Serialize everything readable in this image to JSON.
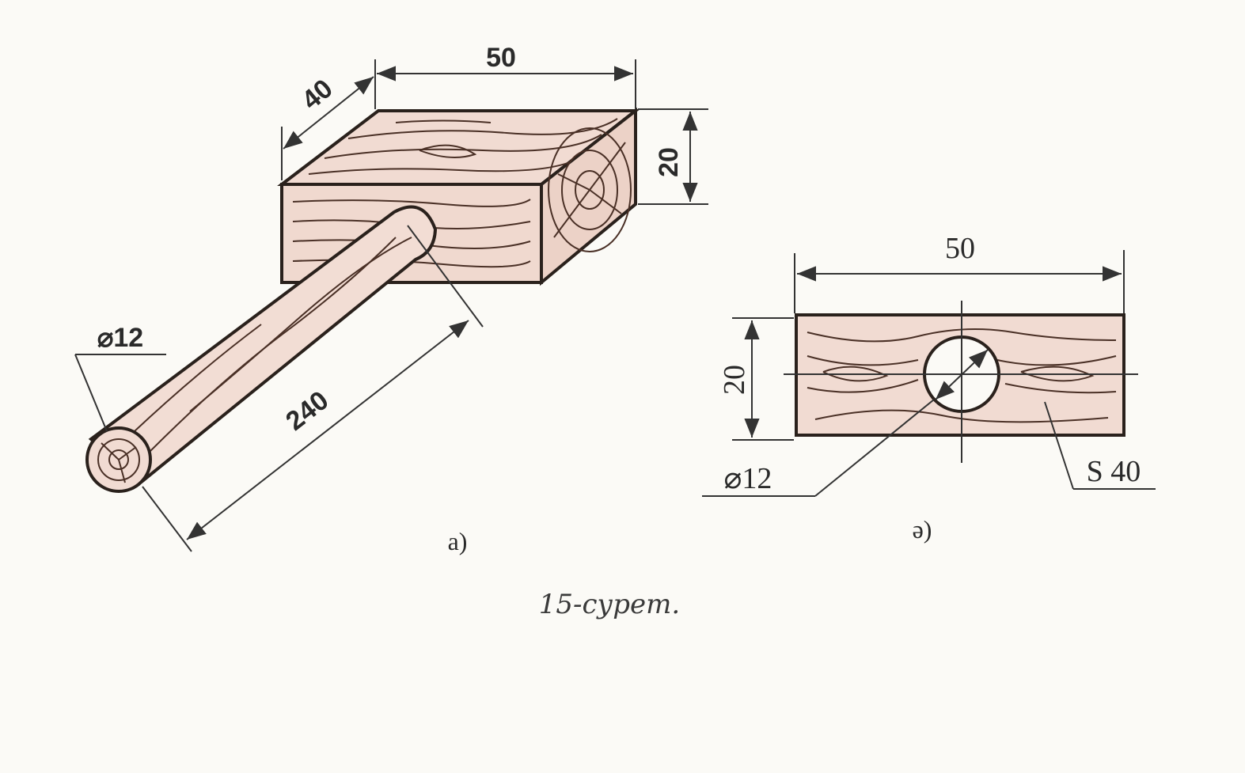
{
  "figure": {
    "view_a": {
      "label": "a)",
      "dim_width": "50",
      "dim_depth": "40",
      "dim_height": "20",
      "dim_handle_length": "240",
      "dim_handle_diameter": "⌀12"
    },
    "view_b": {
      "label": "ә)",
      "dim_width": "50",
      "dim_height": "20",
      "dim_hole_diameter": "⌀12",
      "dim_thickness": "S 40"
    },
    "caption": "15-сурет."
  },
  "colors": {
    "wood": "#f1dbd2",
    "outline": "#2a211c",
    "grain": "#4a3026",
    "dimension": "#333333"
  }
}
